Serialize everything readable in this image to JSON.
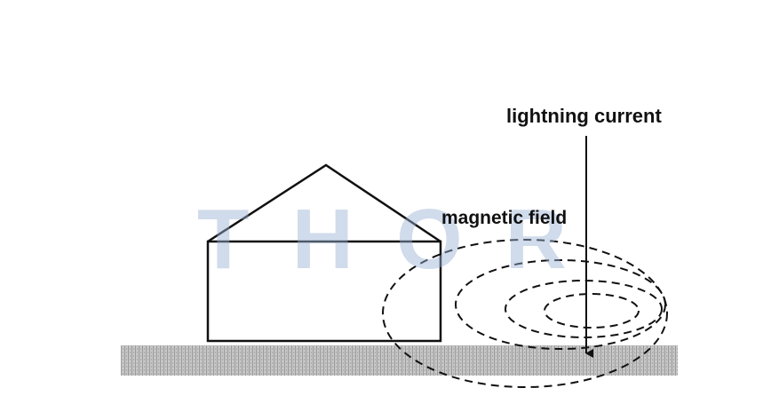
{
  "labels": {
    "lightning_current": "lightning current",
    "magnetic_field": "magnetic field"
  },
  "watermark": {
    "text": "THOR"
  },
  "colors": {
    "line": "#111111",
    "ground": "#b4b4b4",
    "watermark": "#96afd2"
  }
}
